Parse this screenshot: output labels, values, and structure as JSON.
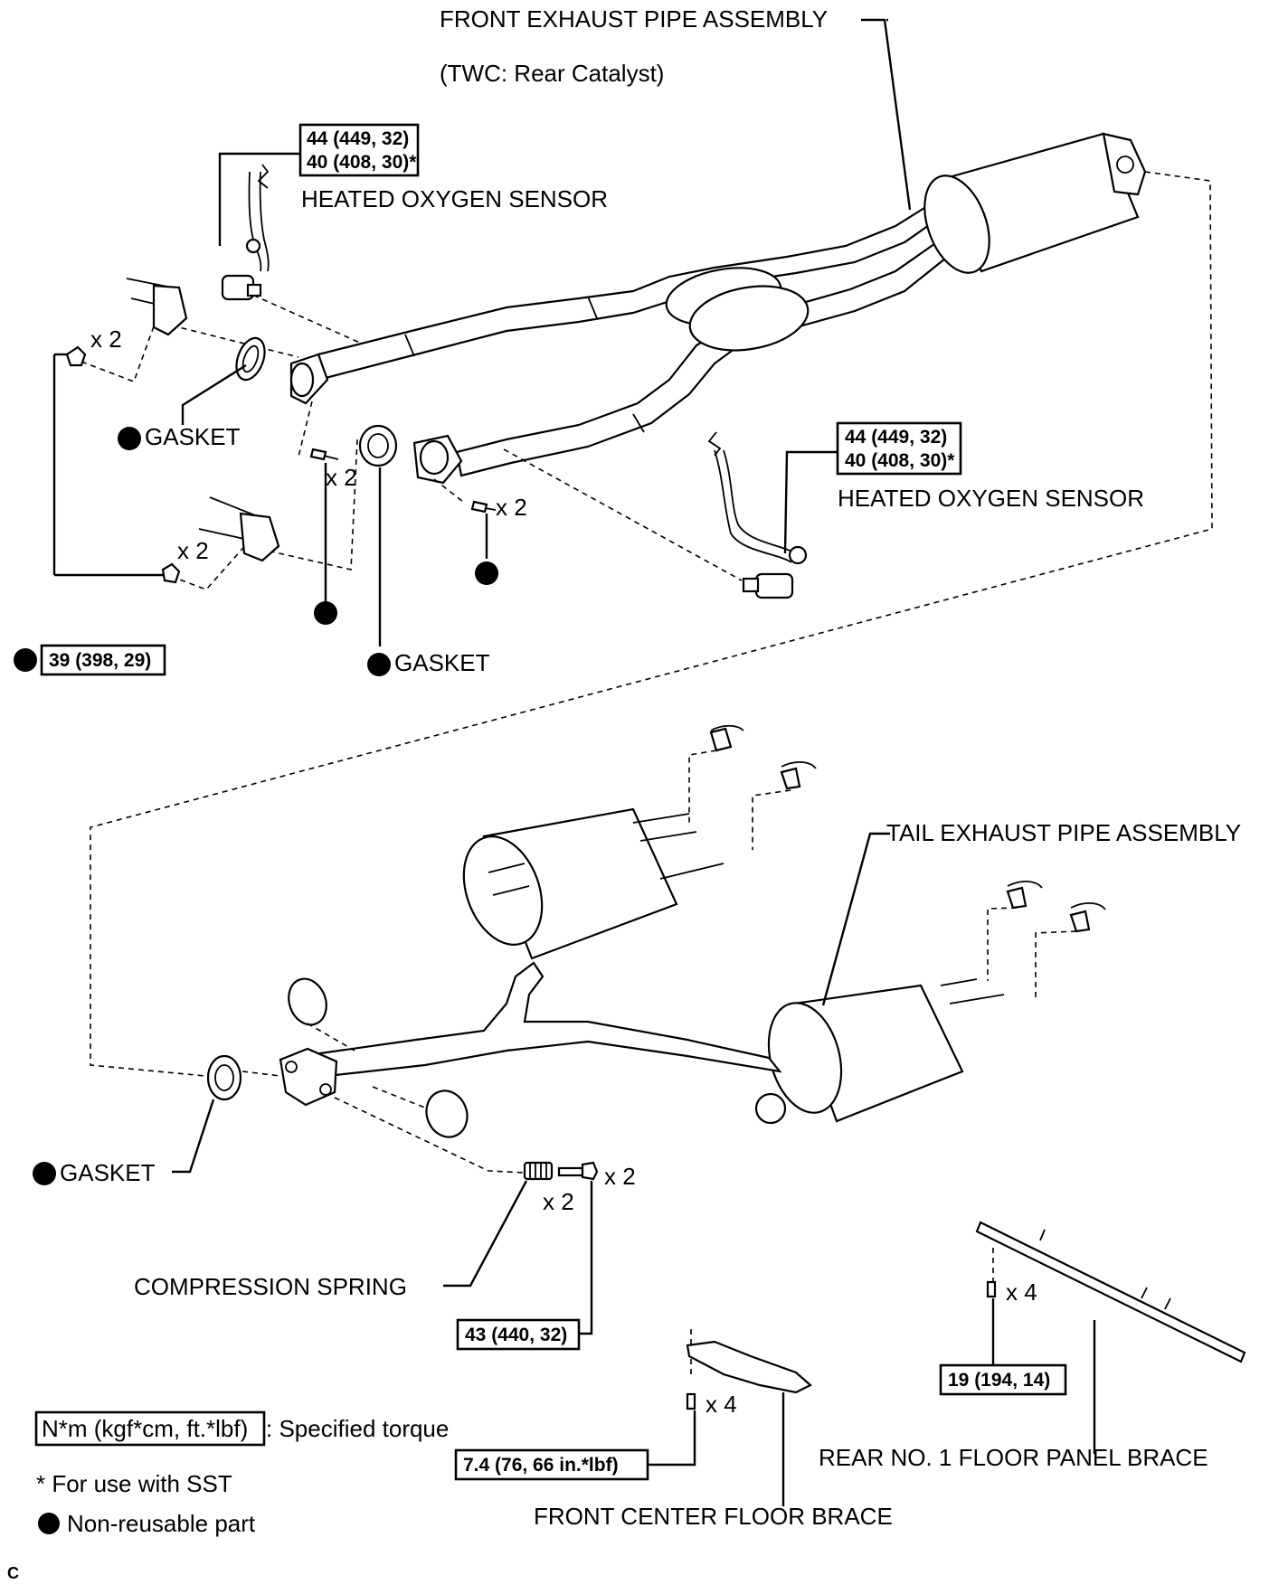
{
  "labels": {
    "front_pipe": "FRONT EXHAUST PIPE ASSEMBLY",
    "twc": "(TWC: Rear Catalyst)",
    "sensor_1": "HEATED OXYGEN SENSOR",
    "sensor_2": "HEATED OXYGEN SENSOR",
    "gasket_1": "GASKET",
    "gasket_2": "GASKET",
    "gasket_3": "GASKET",
    "tail_pipe": "TAIL EXHAUST PIPE ASSEMBLY",
    "spring": "COMPRESSION SPRING",
    "rear_brace": "REAR NO. 1 FLOOR PANEL BRACE",
    "front_brace": "FRONT CENTER FLOOR BRACE",
    "corner": "C"
  },
  "quantities": {
    "q1": "x 2",
    "q2": "x 2",
    "q3": "x 2",
    "q4": "x 2",
    "q5": "x 2",
    "q6": "x 2",
    "q7": "x 4",
    "q8": "x 4"
  },
  "torques": {
    "sensor_1": [
      "44 (449, 32)",
      "40 (408, 30)*"
    ],
    "sensor_2": [
      "44 (449, 32)",
      "40 (408, 30)*"
    ],
    "nuts": "39 (398, 29)",
    "spring_bolt": "43 (440, 32)",
    "rear_brace": "19 (194, 14)",
    "front_brace": "7.4 (76, 66 in.*lbf)"
  },
  "legend": {
    "unit": "N*m (kgf*cm, ft.*lbf)",
    "unit_desc": ": Specified torque",
    "sst": "* For use with SST",
    "nonreusable": "Non-reusable part"
  }
}
